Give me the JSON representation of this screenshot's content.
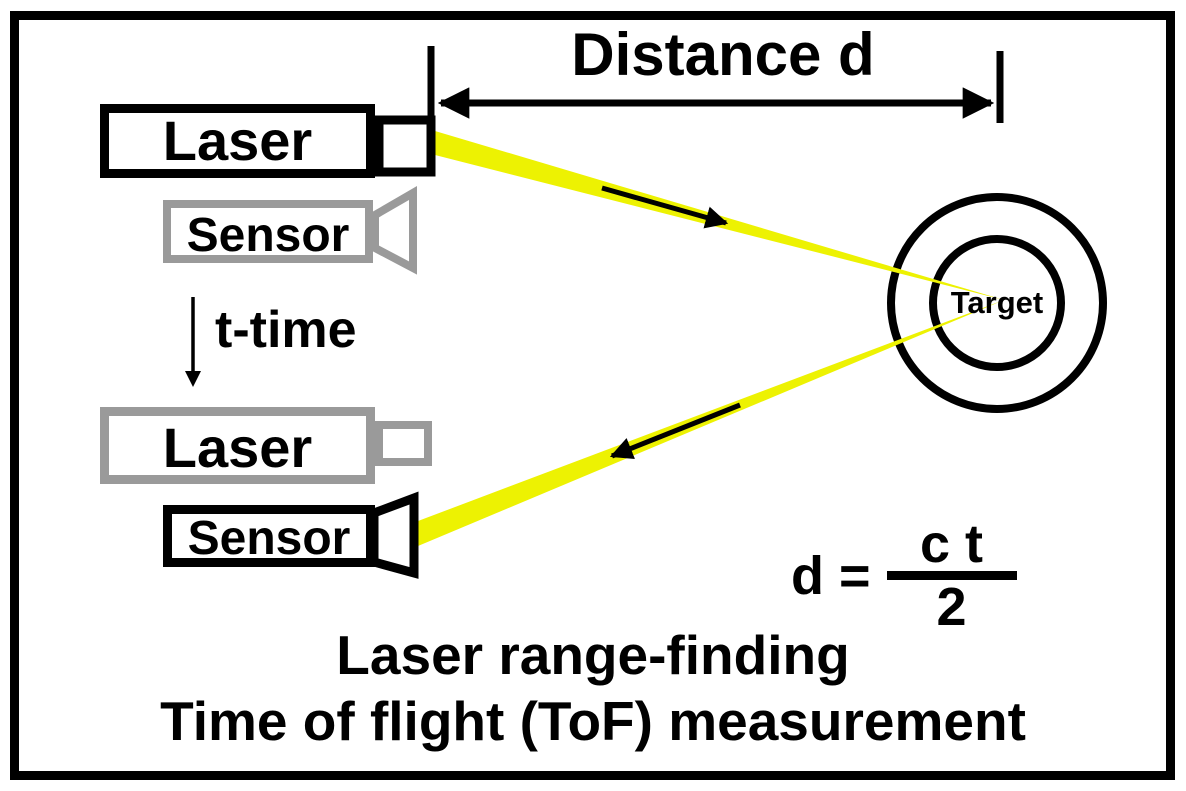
{
  "diagram": {
    "distance_label": "Distance d",
    "time_label": "t-time",
    "target_label": "Target",
    "devices": {
      "laser_top_label": "Laser",
      "sensor_top_label": "Sensor",
      "laser_bottom_label": "Laser",
      "sensor_bottom_label": "Sensor"
    },
    "formula": {
      "lhs": "d =",
      "numerator": "c t",
      "denominator": "2"
    },
    "caption_line1": "Laser range-finding",
    "caption_line2": "Time of flight (ToF) measurement",
    "colors": {
      "beam": "#EDF202",
      "inactive_gray": "#9A9A9A",
      "ink": "#000000",
      "background": "#FFFFFF"
    }
  }
}
